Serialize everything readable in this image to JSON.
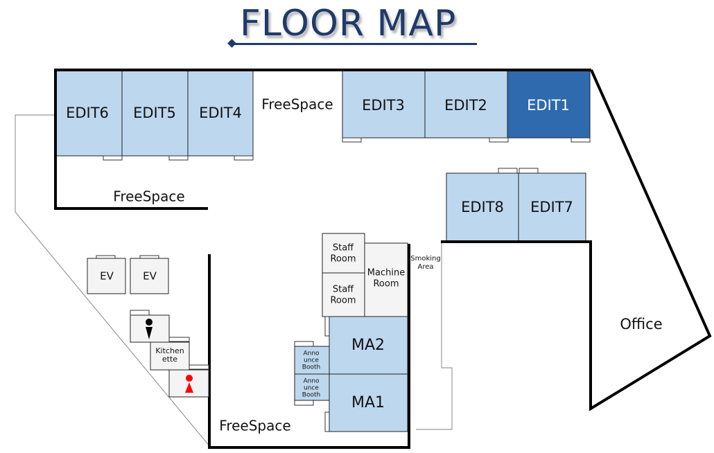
{
  "title": "FLOOR MAP",
  "colors": {
    "title": "#1f3a6b",
    "room_light": "#bdd7ee",
    "room_selected": "#2e6aad",
    "utility_fill": "#f4f4f4",
    "wall": "#000000",
    "outline_gray": "#999999",
    "women_icon": "#ff0000",
    "men_icon": "#000000"
  },
  "rooms": {
    "edit1": {
      "label": "EDIT1",
      "selected": true
    },
    "edit2": {
      "label": "EDIT2",
      "selected": false
    },
    "edit3": {
      "label": "EDIT3",
      "selected": false
    },
    "edit4": {
      "label": "EDIT4",
      "selected": false
    },
    "edit5": {
      "label": "EDIT5",
      "selected": false
    },
    "edit6": {
      "label": "EDIT6",
      "selected": false
    },
    "edit7": {
      "label": "EDIT7",
      "selected": false
    },
    "edit8": {
      "label": "EDIT8",
      "selected": false
    },
    "ma1": {
      "label": "MA1"
    },
    "ma2": {
      "label": "MA2"
    }
  },
  "areas": {
    "freespace_top": "FreeSpace",
    "freespace_left": "FreeSpace",
    "freespace_bottom": "FreeSpace",
    "office": "Office",
    "smoking_line1": "Smoking",
    "smoking_line2": "Area"
  },
  "utility": {
    "staff_room_1": [
      "Staff",
      "Room"
    ],
    "staff_room_2": [
      "Staff",
      "Room"
    ],
    "machine_room": [
      "Machine",
      "Room"
    ],
    "announce_booth_1": [
      "Anno",
      "unce",
      "Booth"
    ],
    "announce_booth_2": [
      "Anno",
      "unce",
      "Booth"
    ],
    "ev_1": "EV",
    "ev_2": "EV",
    "kitchenette": [
      "Kitchen",
      "ette"
    ],
    "mens_restroom": "mens-restroom-icon",
    "womens_restroom": "womens-restroom-icon"
  }
}
